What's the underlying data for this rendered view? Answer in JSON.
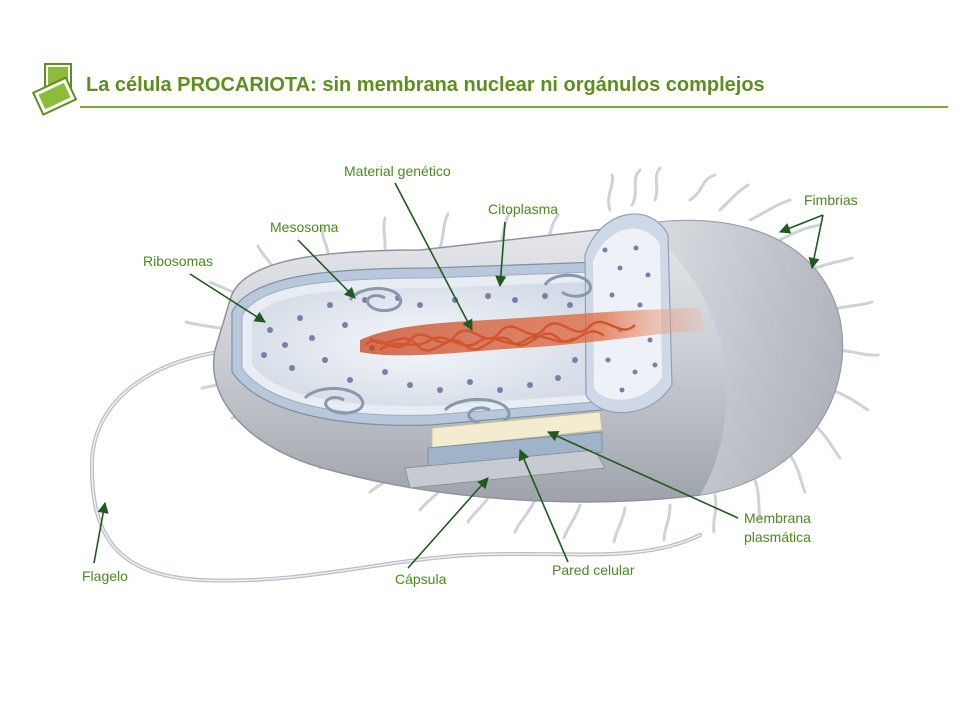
{
  "title": "La célula PROCARIOTA: sin membrana nuclear ni orgánulos complejos",
  "labels": {
    "material_genetico": "Material genético",
    "citoplasma": "Citoplasma",
    "fimbrias": "Fimbrias",
    "mesosoma": "Mesosoma",
    "ribosomas": "Ribosomas",
    "membrana_line1": "Membrana",
    "membrana_line2": "plasmática",
    "pared_celular": "Pared celular",
    "capsula": "Cápsula",
    "flagelo": "Flagelo"
  },
  "colors": {
    "title": "#5e8f1e",
    "labels": "#4a8a1c",
    "arrows": "#1f5a1f",
    "logo": "#8bbd3a",
    "rule": "#7aa82e",
    "dna": "#d2552e"
  }
}
